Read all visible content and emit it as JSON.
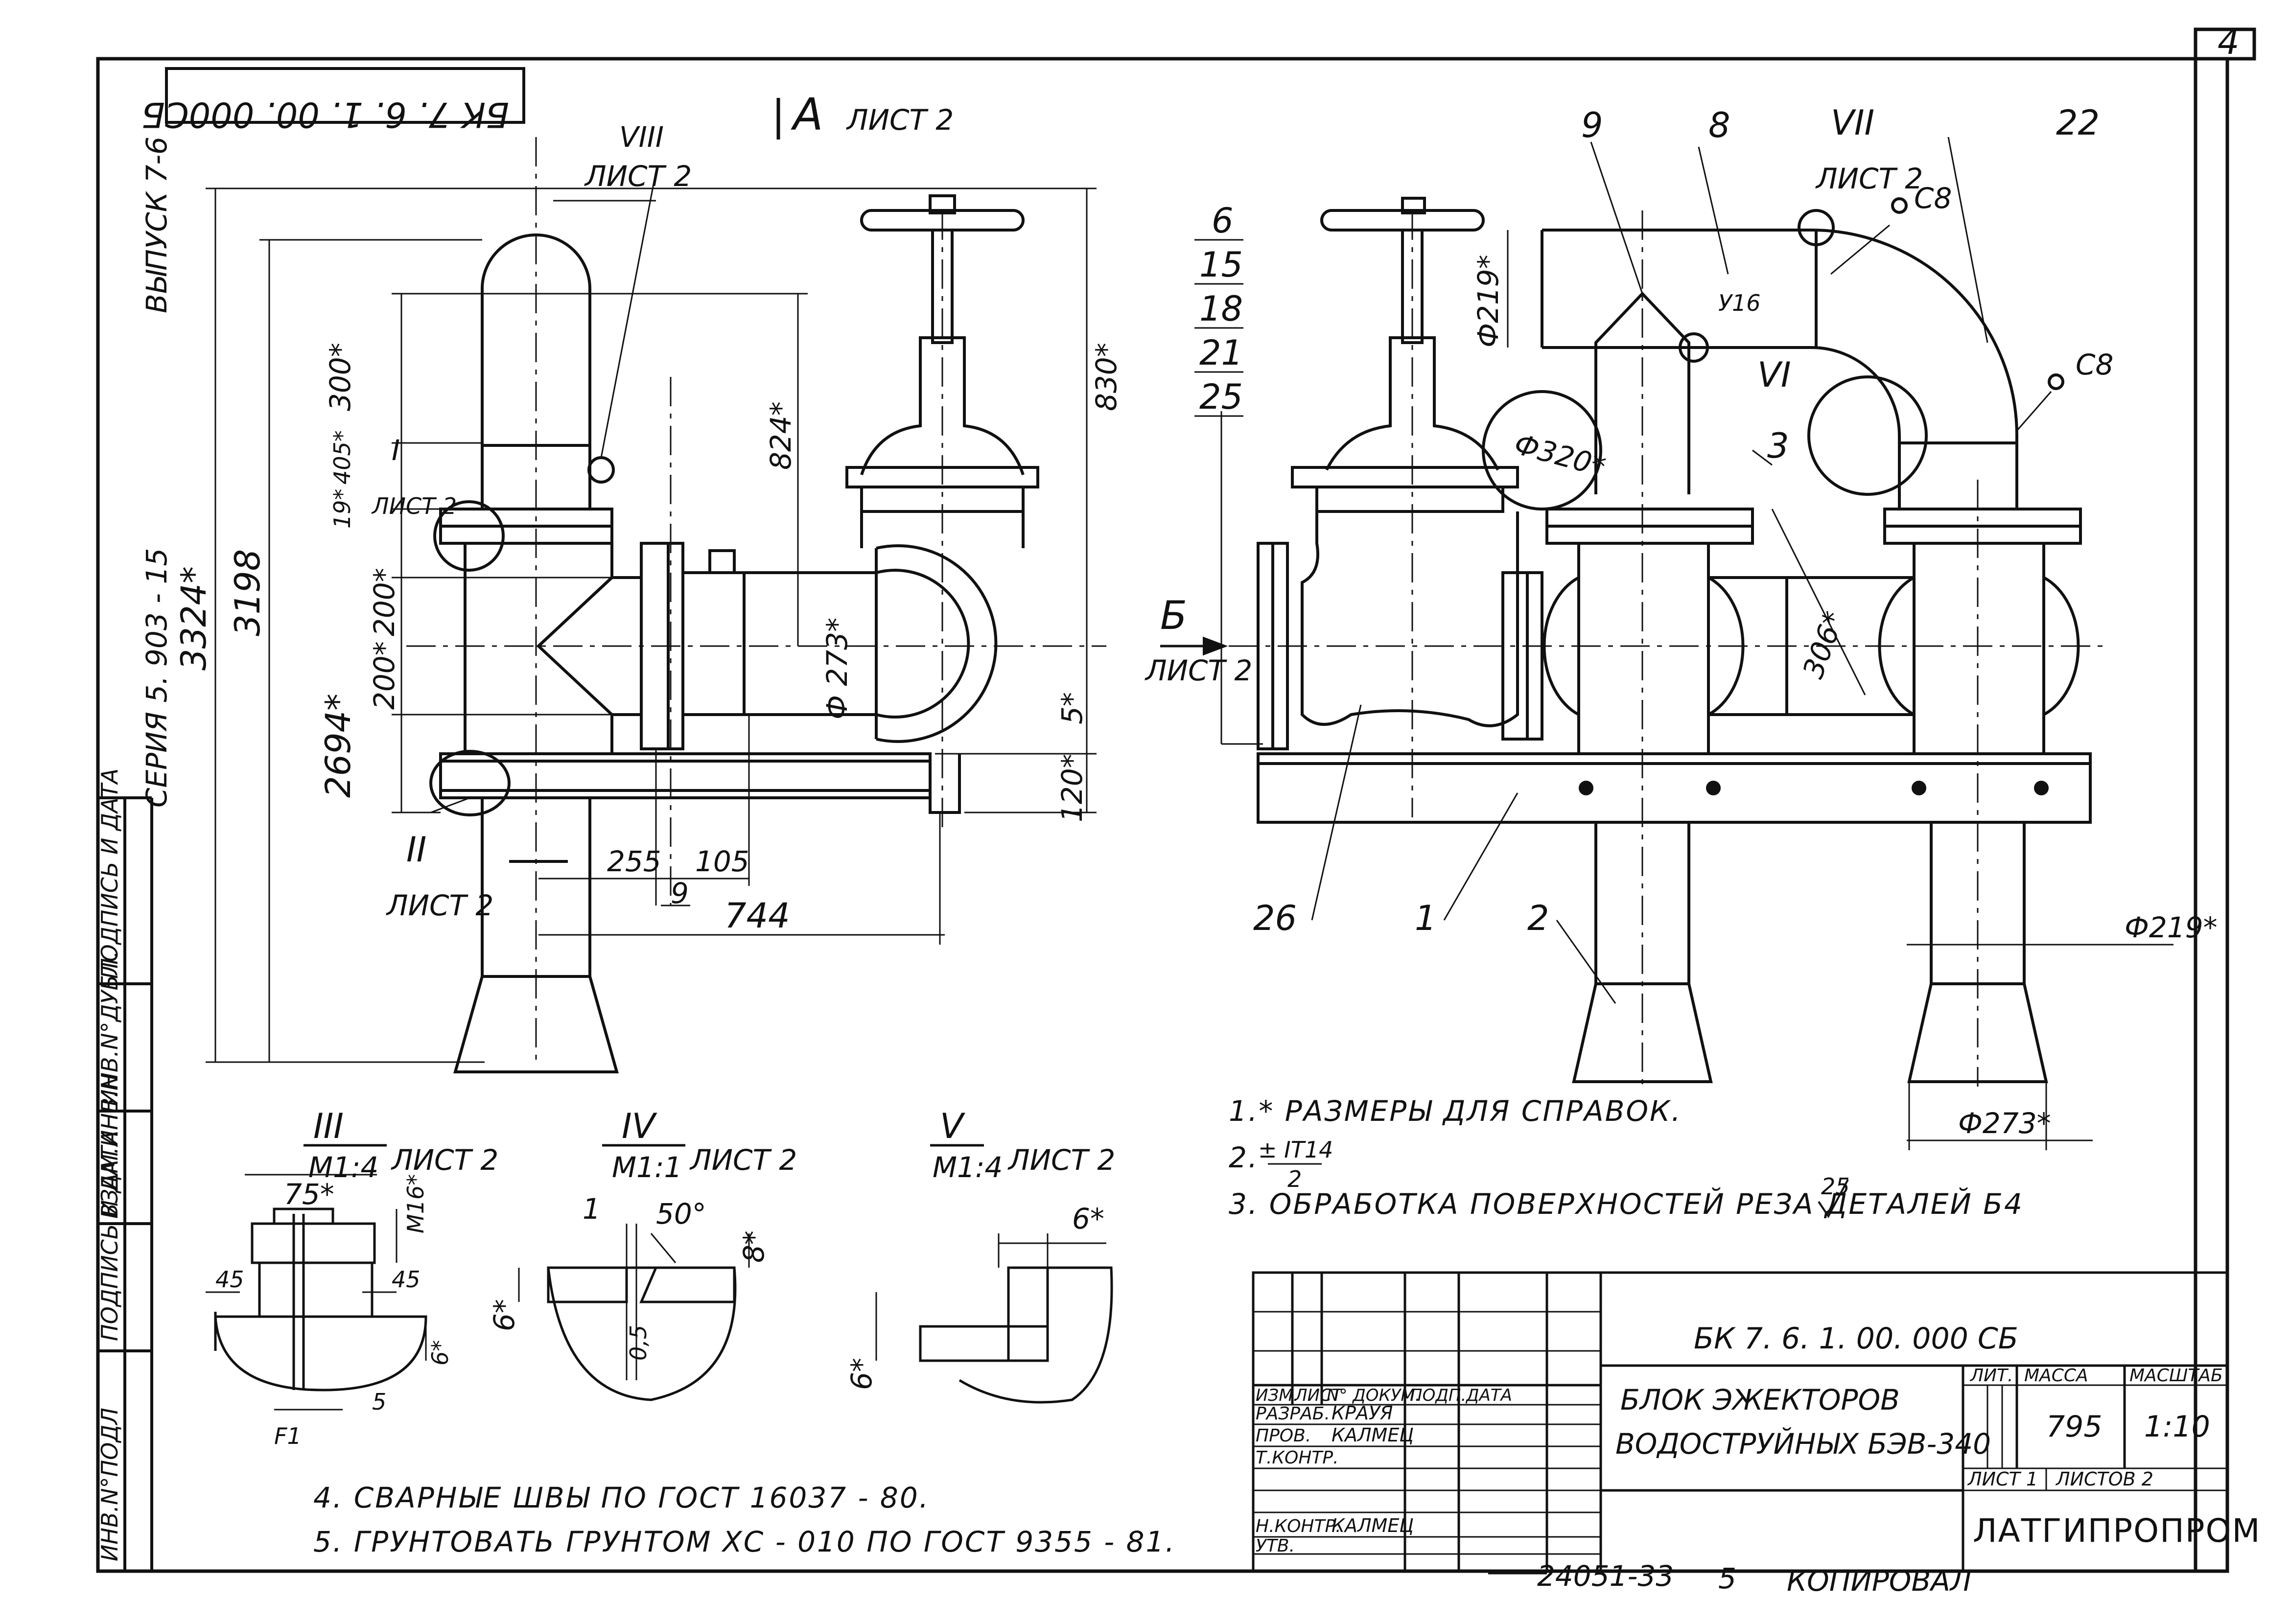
{
  "colors": {
    "ink": "#111111",
    "paper": "#ffffff"
  },
  "sheet_number": "4",
  "code_stamp": "БК 7. 6. 1. 00. 000СБ",
  "margin": {
    "vypusk": "ВЫПУСК 7-6",
    "seria": "СЕРИЯ 5. 903 - 15",
    "columns": [
      "ИНВ.N°ПОДЛ",
      "ПОДПИСЬ И ДАТА",
      "ВЗАМ.ИНВ.N",
      "ИНВ.N°ДУБЛ.",
      "ПОДПИСЬ И ДАТА"
    ]
  },
  "left_view": {
    "view_a": "А",
    "view_a_sheet": "ЛИСТ 2",
    "callout_viii": "VIII",
    "callout_viii_sheet": "ЛИСТ 2",
    "callout_i": "I",
    "callout_i_sheet": "ЛИСТ 2",
    "callout_ii": "II",
    "callout_ii_sheet": "ЛИСТ 2",
    "dims": {
      "d3324": "3324*",
      "d3198": "3198",
      "d300": "300*",
      "d405": "405*",
      "d19": "19*",
      "d200a": "200*",
      "d200b": "200*",
      "d2694": "2694*",
      "d824": "824*",
      "d830": "830*",
      "d273": "Ф 273*",
      "d5": "5*",
      "d120": "120*",
      "d255": "255",
      "d105": "105",
      "d744": "744"
    },
    "pos_9": "9"
  },
  "right_view": {
    "view_b": "Б",
    "view_b_sheet": "ЛИСТ 2",
    "stack": [
      "6",
      "15",
      "18",
      "21",
      "25"
    ],
    "pos_9": "9",
    "pos_8": "8",
    "pos_vii": "VII",
    "pos_vii_sheet": "ЛИСТ 2",
    "pos_22": "22",
    "pos_c8a": "С8",
    "pos_c8b": "С8",
    "d219top": "Ф219*",
    "d416": "У16",
    "pos_vi": "VI",
    "d320": "Ф320*",
    "pos_3": "3",
    "d306": "306*",
    "pos_26": "26",
    "pos_1": "1",
    "pos_2": "2",
    "d219": "Ф219*",
    "d273": "Ф273*"
  },
  "details": {
    "iii": {
      "num": "III",
      "scale": "М1:4",
      "sheet": "ЛИСТ 2",
      "d75": "75*",
      "m16": "М16*",
      "w45a": "45",
      "w45b": "45",
      "d6": "6*",
      "f1": "F1",
      "d5": "5"
    },
    "iv": {
      "num": "IV",
      "scale": "М1:1",
      "sheet": "ЛИСТ 2",
      "d1": "1",
      "ang": "50°",
      "d8": "8*",
      "d6": "6*",
      "d05": "0,5"
    },
    "v": {
      "num": "V",
      "scale": "М1:4",
      "sheet": "ЛИСТ 2",
      "d6a": "6*",
      "d6b": "6*"
    }
  },
  "notes": {
    "n1": "1.* РАЗМЕРЫ ДЛЯ СПРАВОК.",
    "n2a": "2.",
    "n2b": "± IT14",
    "n2c": "2",
    "n3": "3. ОБРАБОТКА ПОВЕРХНОСТЕЙ РЕЗА ДЕТАЛЕЙ  Б4",
    "n3r": "25",
    "n4": "4. СВАРНЫЕ ШВЫ ПО ГОСТ 16037 - 80.",
    "n5": "5. ГРУНТОВАТЬ ГРУНТОМ ХС - 010 ПО ГОСТ 9355 - 81."
  },
  "title_block": {
    "code": "БК 7. 6. 1. 00. 000 СБ",
    "name_line1": "БЛОК ЭЖЕКТОРОВ",
    "name_line2": "ВОДОСТРУЙНЫХ БЭВ-340",
    "hdr_izm": "ИЗМ.",
    "hdr_list": "ЛИСТ",
    "hdr_doc": "N° ДОКУМ.",
    "hdr_podp": "ПОДП.",
    "hdr_data": "ДАТА",
    "row_razrab": "РАЗРАБ.",
    "razrab_name": "КРАУЯ",
    "row_prov": "ПРОВ.",
    "prov_name": "КАЛМЕЦ",
    "row_tkontr": "Т.КОНТР.",
    "row_nkontr": "Н.КОНТР.",
    "nkontr_name": "КАЛМЕЦ",
    "row_utv": "УТВ.",
    "lit": "ЛИТ.",
    "massa": "МАССА",
    "masshtab": "МАСШТАБ",
    "mass_value": "795",
    "scale_value": "1:10",
    "list": "ЛИСТ 1",
    "listov": "ЛИСТОВ 2",
    "org": "ЛАТГИПРОПРОМ"
  },
  "bottom": {
    "inv": "24051-33",
    "num": "5",
    "kopiroval": "КОПИРОВАЛ"
  }
}
